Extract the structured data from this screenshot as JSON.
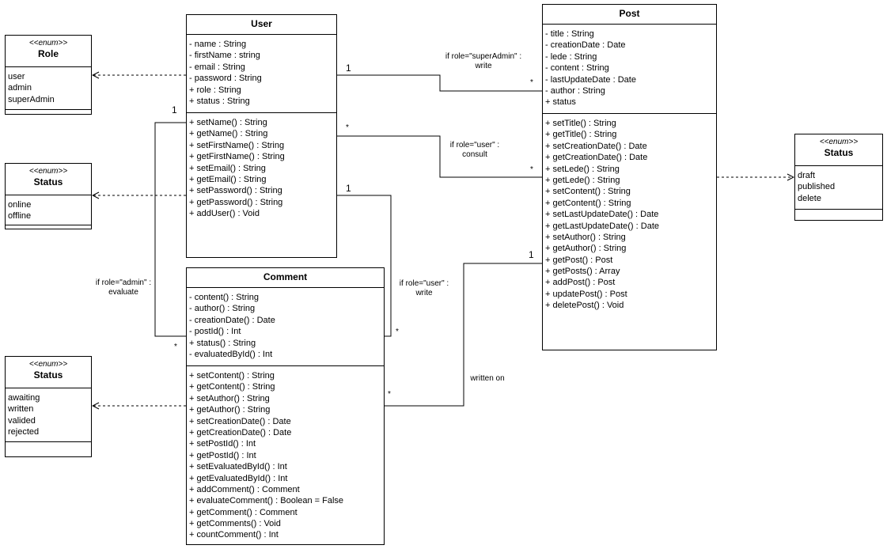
{
  "user": {
    "title": "User",
    "attributes": [
      "- name : String",
      "- firstName : string",
      "- email : String",
      "- password : String",
      "+ role : String",
      "+ status : String"
    ],
    "methods": [
      "+ setName() : String",
      "+ getName() : String",
      "+ setFirstName() : String",
      "+ getFirstName() : String",
      "+ setEmail() : String",
      "+ getEmail() : String",
      "+ setPassword() : String",
      "+ getPassword() : String",
      "+ addUser() : Void"
    ]
  },
  "post": {
    "title": "Post",
    "attributes": [
      "- title : String",
      "- creationDate : Date",
      "- lede : String",
      "- content : String",
      "- lastUpdateDate : Date",
      "- author : String",
      "+ status"
    ],
    "methods": [
      "+ setTitle() : String",
      "+ getTitle() : String",
      "+ setCreationDate() : Date",
      "+ getCreationDate() : Date",
      "+ setLede() : String",
      "+ getLede() : String",
      "+ setContent() : String",
      "+ getContent() : String",
      "+ setLastUpdateDate() : Date",
      "+ getLastUpdateDate() : Date",
      "+ setAuthor() : String",
      "+ getAuthor() : String",
      "+ getPost() : Post",
      "+ getPosts() : Array",
      "+ addPost() : Post",
      "+ updatePost() : Post",
      "+ deletePost() : Void"
    ]
  },
  "comment": {
    "title": "Comment",
    "attributes": [
      "- content() : String",
      "- author() : String",
      "- creationDate() : Date",
      "- postId() : Int",
      "+ status() : String",
      "- evaluatedById() : Int"
    ],
    "methods": [
      "+ setContent() : String",
      "+ getContent() : String",
      "+ setAuthor() : String",
      "+ getAuthor() : String",
      "+ setCreationDate() : Date",
      "+ getCreationDate() : Date",
      "+ setPostId() : Int",
      "+ getPostId() : Int",
      "+ setEvaluatedById() : Int",
      "+ getEvaluatedById() : Int",
      "+ addComment() : Comment",
      "+ evaluateComment() : Boolean = False",
      "+ getComment() : Comment",
      "+ getComments() : Void",
      "+ countComment() : Int"
    ]
  },
  "role_enum": {
    "stereotype": "<<enum>>",
    "title": "Role",
    "values": [
      "user",
      "admin",
      "superAdmin"
    ]
  },
  "user_status_enum": {
    "stereotype": "<<enum>>",
    "title": "Status",
    "values": [
      "online",
      "offline"
    ]
  },
  "comment_status_enum": {
    "stereotype": "<<enum>>",
    "title": "Status",
    "values": [
      "awaiting",
      "written",
      "valided",
      "rejected"
    ]
  },
  "post_status_enum": {
    "stereotype": "<<enum>>",
    "title": "Status",
    "values": [
      "draft",
      "published",
      "delete"
    ]
  },
  "relations": {
    "superadmin_write": {
      "label": [
        "if role=\"superAdmin\" :",
        "write"
      ],
      "user_mult": "1",
      "post_mult": "*"
    },
    "user_consult": {
      "label": [
        "if role=\"user\" :",
        "consult"
      ],
      "user_mult": "*",
      "post_mult": "*"
    },
    "user_write_comment": {
      "label": [
        "if role=\"user\" :",
        "write"
      ],
      "user_mult": "1",
      "comment_mult": "*"
    },
    "admin_evaluate": {
      "label": [
        "if role=\"admin\" :",
        "evaluate"
      ],
      "user_mult": "1",
      "comment_mult": "*"
    },
    "written_on": {
      "label": [
        "written on"
      ],
      "comment_mult": "*",
      "post_mult": "1"
    }
  },
  "colors": {
    "line": "#000000",
    "background": "#ffffff"
  }
}
